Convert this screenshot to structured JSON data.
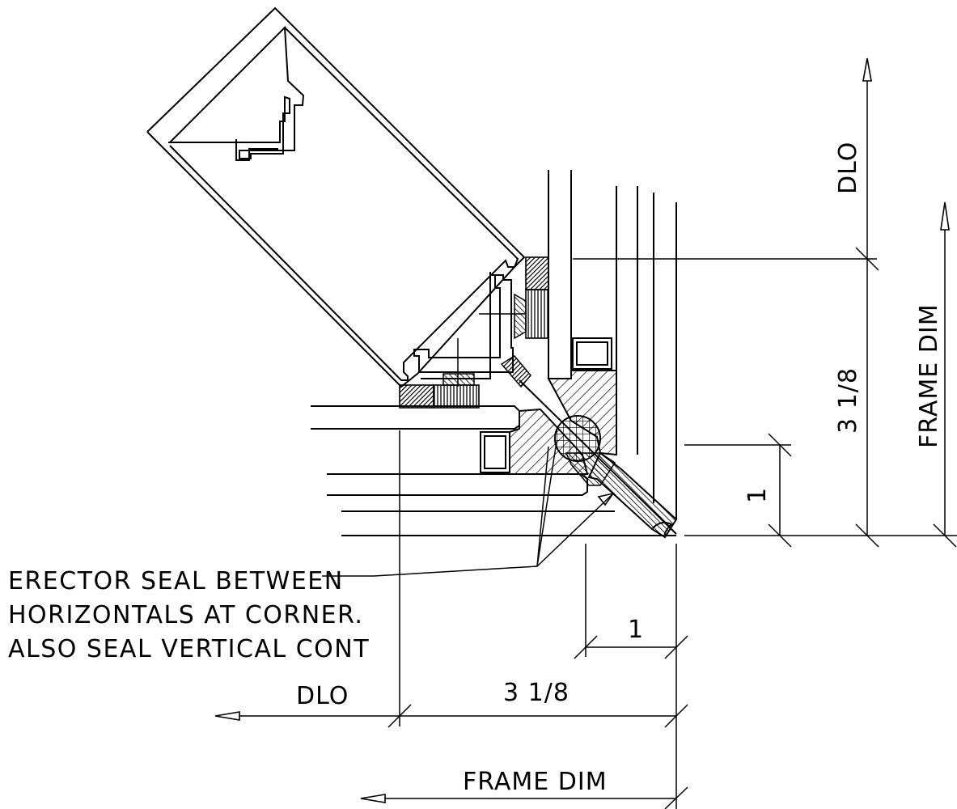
{
  "note": {
    "lines": [
      "ERECTOR SEAL BETWEEN",
      "HORIZONTALS AT CORNER.",
      "ALSO SEAL VERTICAL CONT"
    ]
  },
  "dimensions": {
    "vertical": {
      "dlo": "DLO",
      "frame_dim": "FRAME DIM",
      "three_eighth": "3 1/8",
      "one": "1"
    },
    "horizontal": {
      "dlo": "DLO",
      "frame_dim": "FRAME DIM",
      "three_eighth": "3 1/8",
      "one": "1"
    }
  }
}
